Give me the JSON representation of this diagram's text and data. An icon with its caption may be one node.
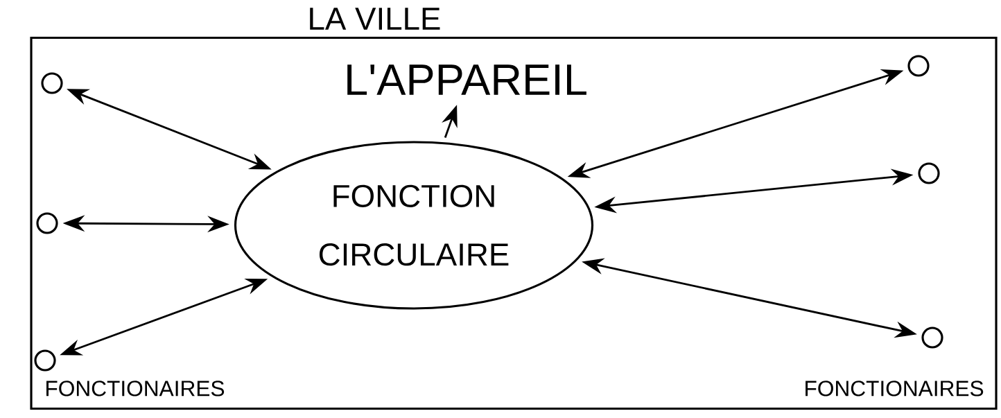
{
  "diagram": {
    "nodes": [
      {
        "text": [
          "LA VILLE"
        ]
      },
      {
        "text": [
          "L'APPAREIL"
        ],
        "in": 0
      },
      {
        "text": [
          "FONCTION CIRCULAIRE"
        ],
        "in": 0
      },
      {
        "text": [],
        "shape": "circle",
        "in": 0
      },
      {
        "text": [],
        "shape": "circle",
        "in": 0
      },
      {
        "text": [],
        "shape": "circle",
        "in": 0
      },
      {
        "text": [],
        "shape": "circle",
        "in": 0
      },
      {
        "text": [],
        "shape": "circle",
        "in": 0
      },
      {
        "text": [],
        "shape": "circle",
        "in": 0
      }
    ],
    "edges": [
      {
        "from": 2,
        "to": 1,
        "arrow": "to"
      },
      {
        "from": 3,
        "to": 2,
        "arrow": "both"
      },
      {
        "from": 4,
        "to": 2,
        "arrow": "both"
      },
      {
        "from": 5,
        "to": 2,
        "arrow": "both"
      },
      {
        "from": 6,
        "to": 2,
        "arrow": "both"
      },
      {
        "from": 7,
        "to": 2,
        "arrow": "both"
      },
      {
        "from": 8,
        "to": 2,
        "arrow": "both"
      }
    ],
    "labels": [
      "FONCTIONAIRES",
      "FONCTIONAIRES"
    ]
  }
}
